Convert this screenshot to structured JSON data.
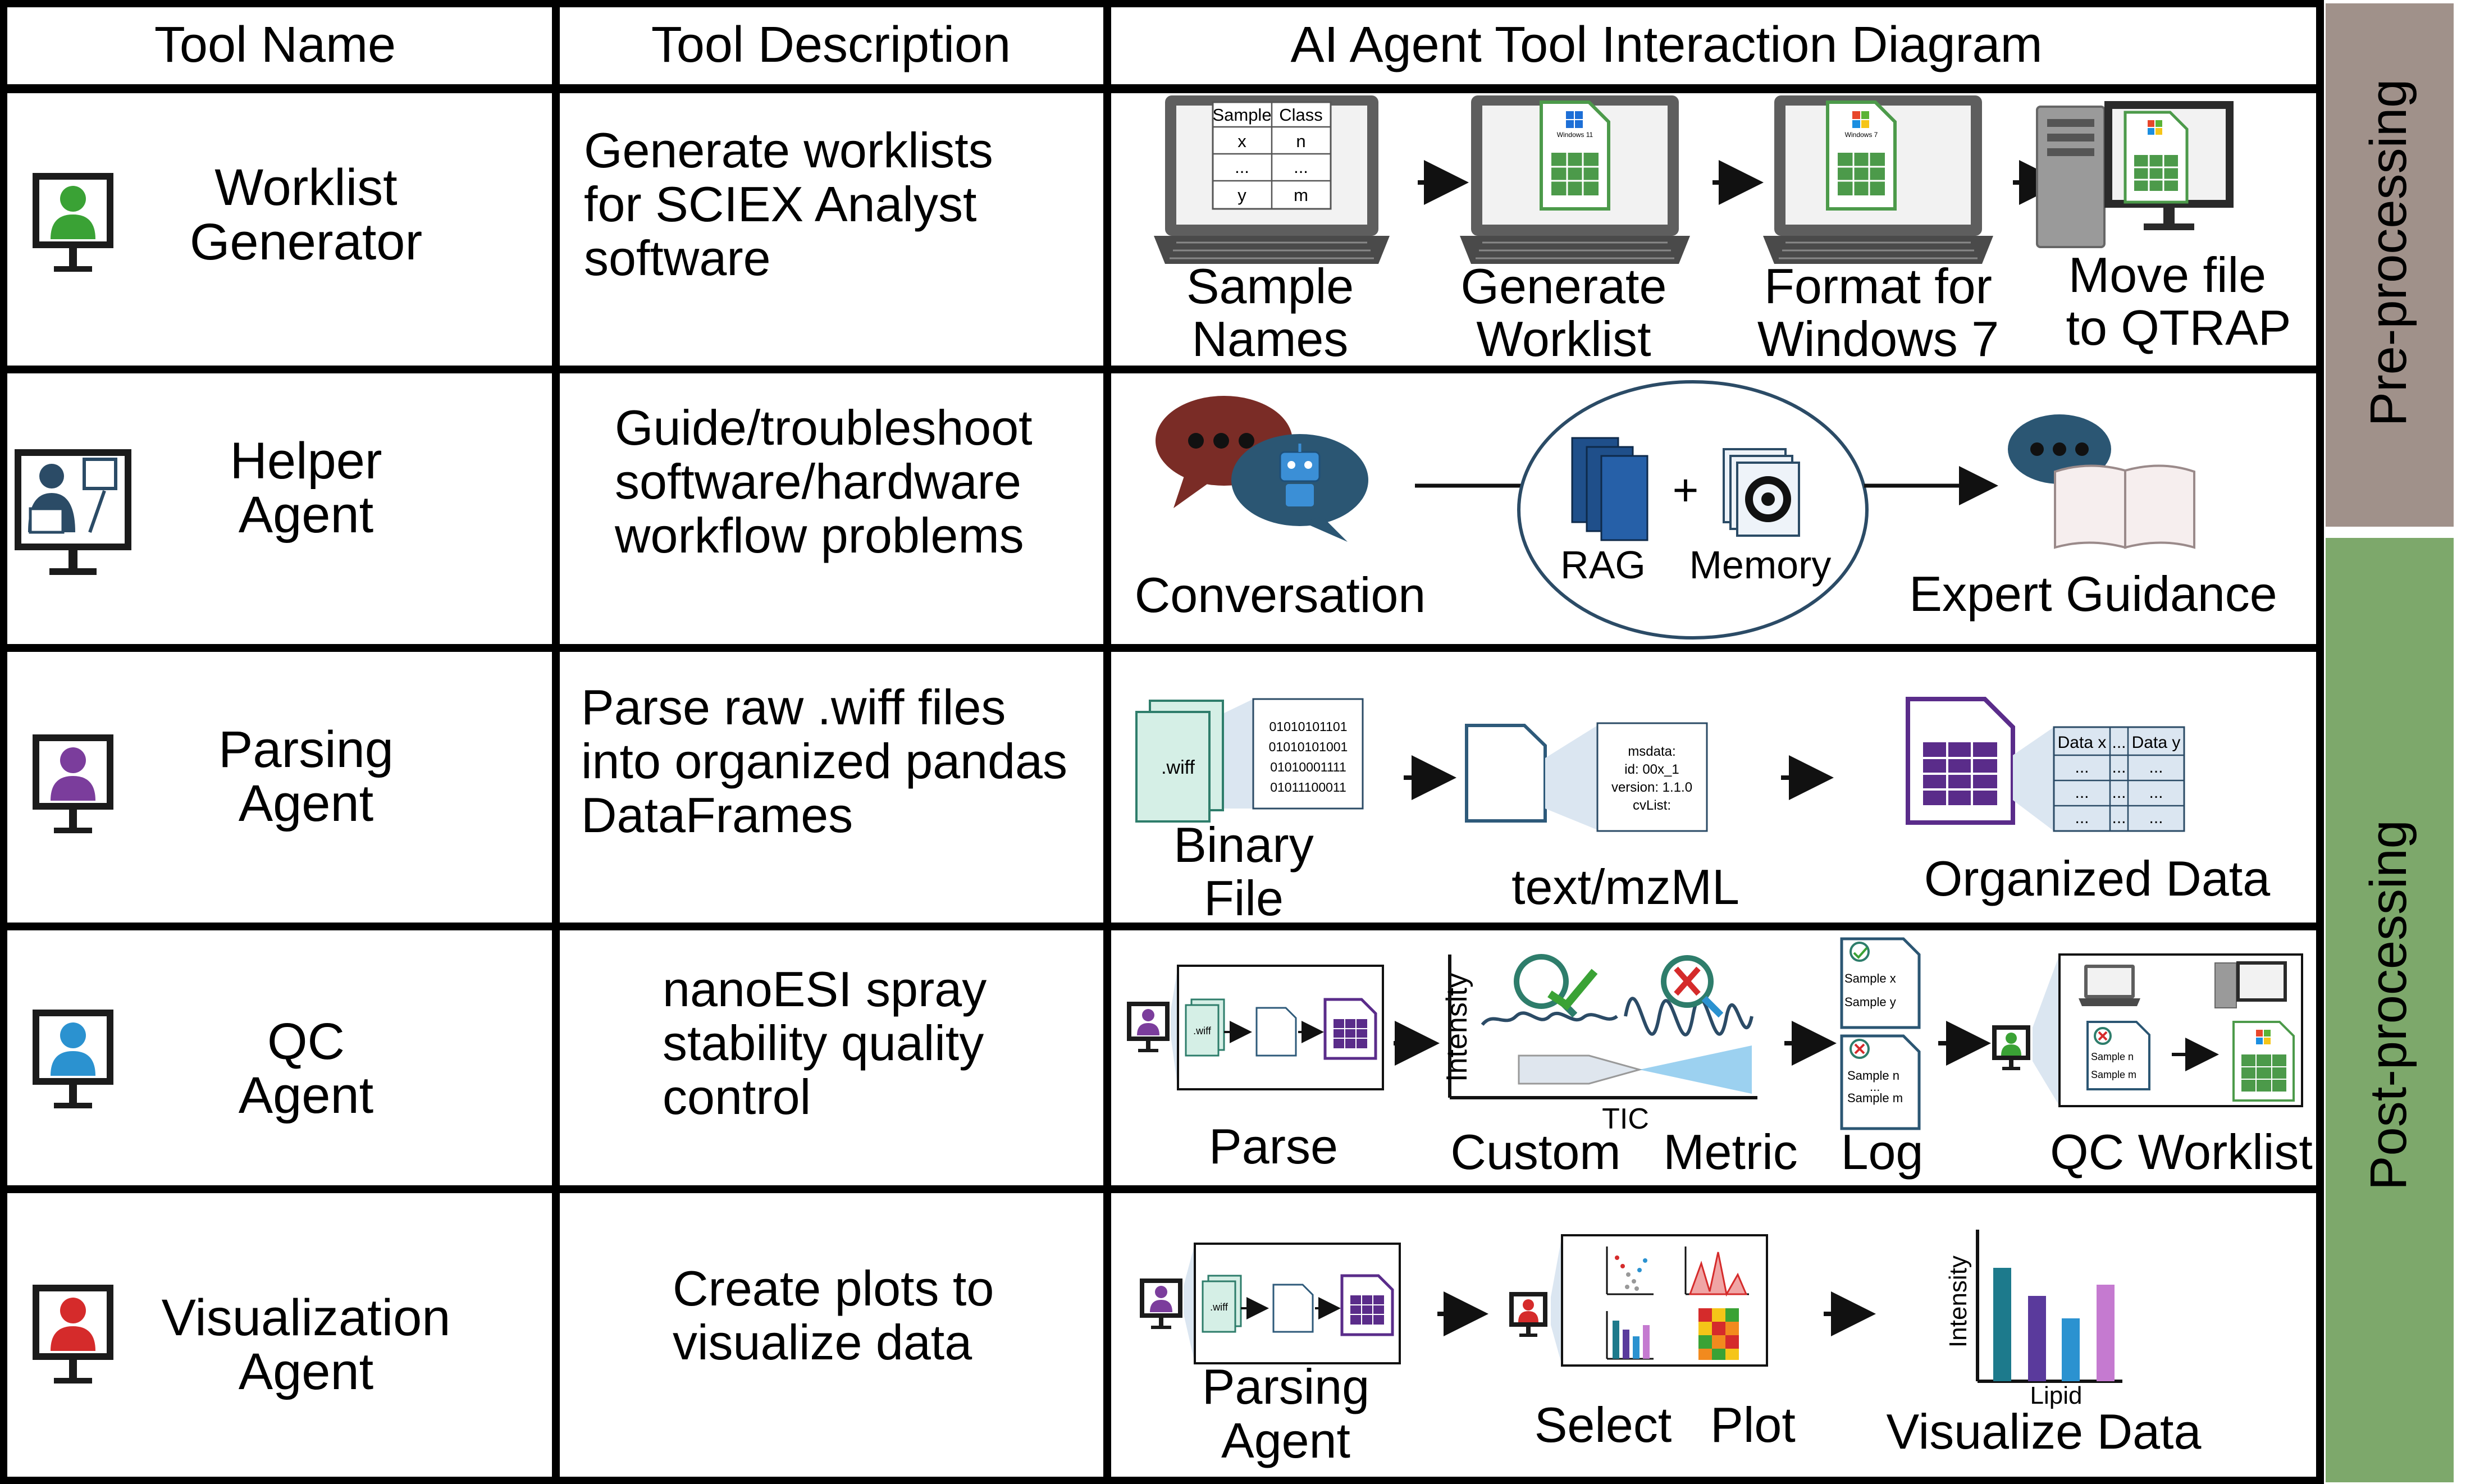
{
  "headers": {
    "col1": "Tool Name",
    "col2": "Tool Description",
    "col3": "AI Agent Tool Interaction Diagram"
  },
  "sidebar": {
    "pre": "Pre-processing",
    "post": "Post-processing"
  },
  "rows": [
    {
      "name": [
        "Worklist",
        "Generator"
      ],
      "desc": [
        "Generate worklists",
        "for SCIEX Analyst",
        "software"
      ]
    },
    {
      "name": [
        "Helper",
        "Agent"
      ],
      "desc": [
        "Guide/troubleshoot",
        "software/hardware",
        "workflow problems"
      ]
    },
    {
      "name": [
        "Parsing",
        "Agent"
      ],
      "desc": [
        "Parse raw .wiff files",
        "into organized pandas",
        "DataFrames"
      ]
    },
    {
      "name": [
        "QC",
        "Agent"
      ],
      "desc": [
        "nanoESI spray",
        "stability quality",
        "control"
      ]
    },
    {
      "name": [
        "Visualization",
        "Agent"
      ],
      "desc": [
        "Create plots to",
        "visualize data"
      ]
    }
  ],
  "worklist": {
    "steps": [
      [
        "Sample",
        "Names"
      ],
      [
        "Generate",
        "Worklist"
      ],
      [
        "Format for",
        "Windows 7"
      ],
      [
        "Move file",
        "to QTRAP"
      ]
    ],
    "table_header": [
      "Sample",
      "Class"
    ],
    "table_rows": [
      [
        "x",
        "n"
      ],
      [
        "...",
        "..."
      ],
      [
        "y",
        "m"
      ]
    ],
    "win11_label": "Windows 11",
    "win7_label": "Windows 7"
  },
  "helper": {
    "conversation": "Conversation",
    "rag": "RAG",
    "plus": "+",
    "memory": "Memory",
    "expert": "Expert Guidance"
  },
  "parsing": {
    "binary": [
      "Binary",
      "File"
    ],
    "wiff": ".wiff",
    "bits": [
      "01010101101",
      "01010101001",
      "01010001111",
      "01011100011"
    ],
    "text": "text/mzML",
    "mz": [
      "msdata:",
      "id: 00x_1",
      "version: 1.1.0",
      "cvList:"
    ],
    "organized": "Organized Data",
    "grid_header": [
      "Data x",
      "...",
      "Data y"
    ],
    "grid_cell": "..."
  },
  "qc": {
    "parse": "Parse",
    "custom": "Custom",
    "metric": "Metric",
    "intensity": "Intensity",
    "tic": "TIC",
    "log": "Log",
    "log_top": [
      "Sample x",
      "Sample y"
    ],
    "log_bottom": [
      "Sample n",
      "...",
      "Sample m"
    ],
    "worklist": "QC Worklist",
    "small_list": [
      "Sample n",
      "Sample m"
    ],
    "wiff": ".wiff"
  },
  "viz": {
    "parsing": [
      "Parsing",
      "Agent"
    ],
    "select": "Select",
    "plot": "Plot",
    "visualize": "Visualize Data",
    "intensity": "Intensity",
    "lipid": "Lipid",
    "wiff": ".wiff"
  },
  "colors": {
    "green": "#3aa235",
    "navy": "#2b4b66",
    "purple": "#7b3d9c",
    "blue": "#2b92d0",
    "red": "#d52b2b",
    "pre_bar": "#a0918a",
    "post_bar": "#7da86b",
    "sheet_green": "#4c9a4a",
    "sheet_purple": "#5a2c8a",
    "bubble_red": "#7a2c26",
    "bubble_navy": "#2b5673",
    "book_blue": "#1f4f8a"
  }
}
